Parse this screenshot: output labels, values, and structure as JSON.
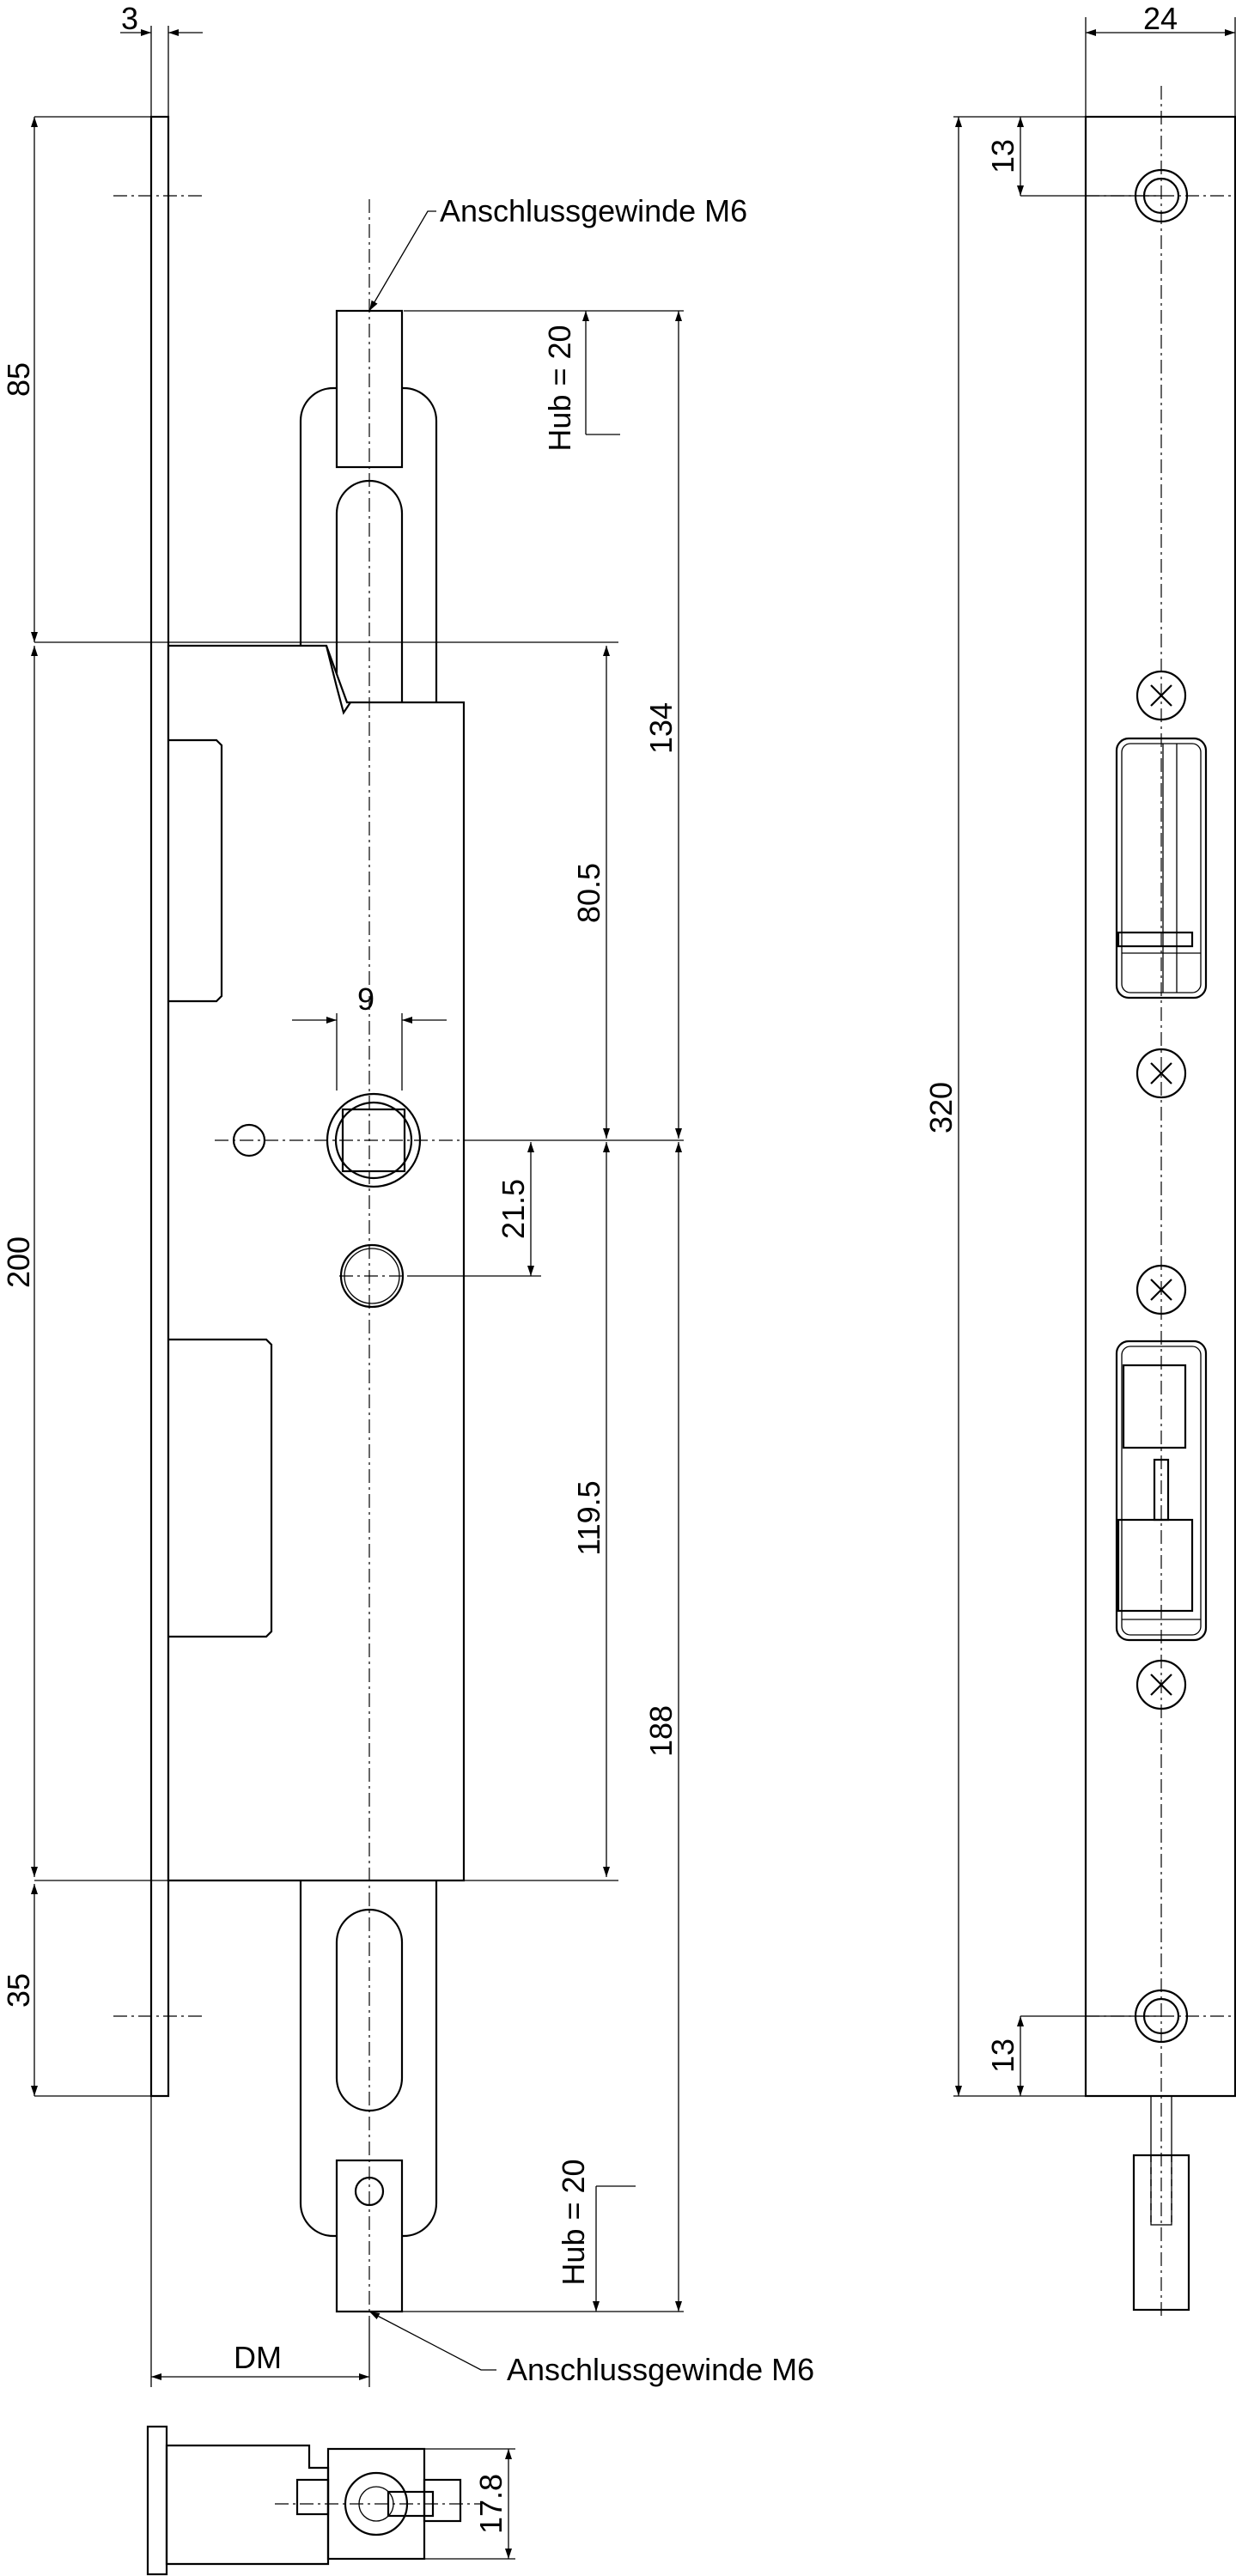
{
  "labels": {
    "dim_3": "3",
    "dim_24": "24",
    "dim_85": "85",
    "dim_200": "200",
    "dim_35": "35",
    "dim_13_top": "13",
    "dim_13_bottom": "13",
    "dim_320": "320",
    "dim_134": "134",
    "dim_80_5": "80.5",
    "dim_9": "9",
    "dim_21_5": "21.5",
    "dim_119_5": "119.5",
    "dim_188": "188",
    "dim_17_8": "17.8",
    "dm": "DM",
    "hub_top": "Hub = 20",
    "hub_bottom": "Hub = 20",
    "thread_top": "Anschlussgewinde M6",
    "thread_bottom": "Anschlussgewinde M6"
  }
}
